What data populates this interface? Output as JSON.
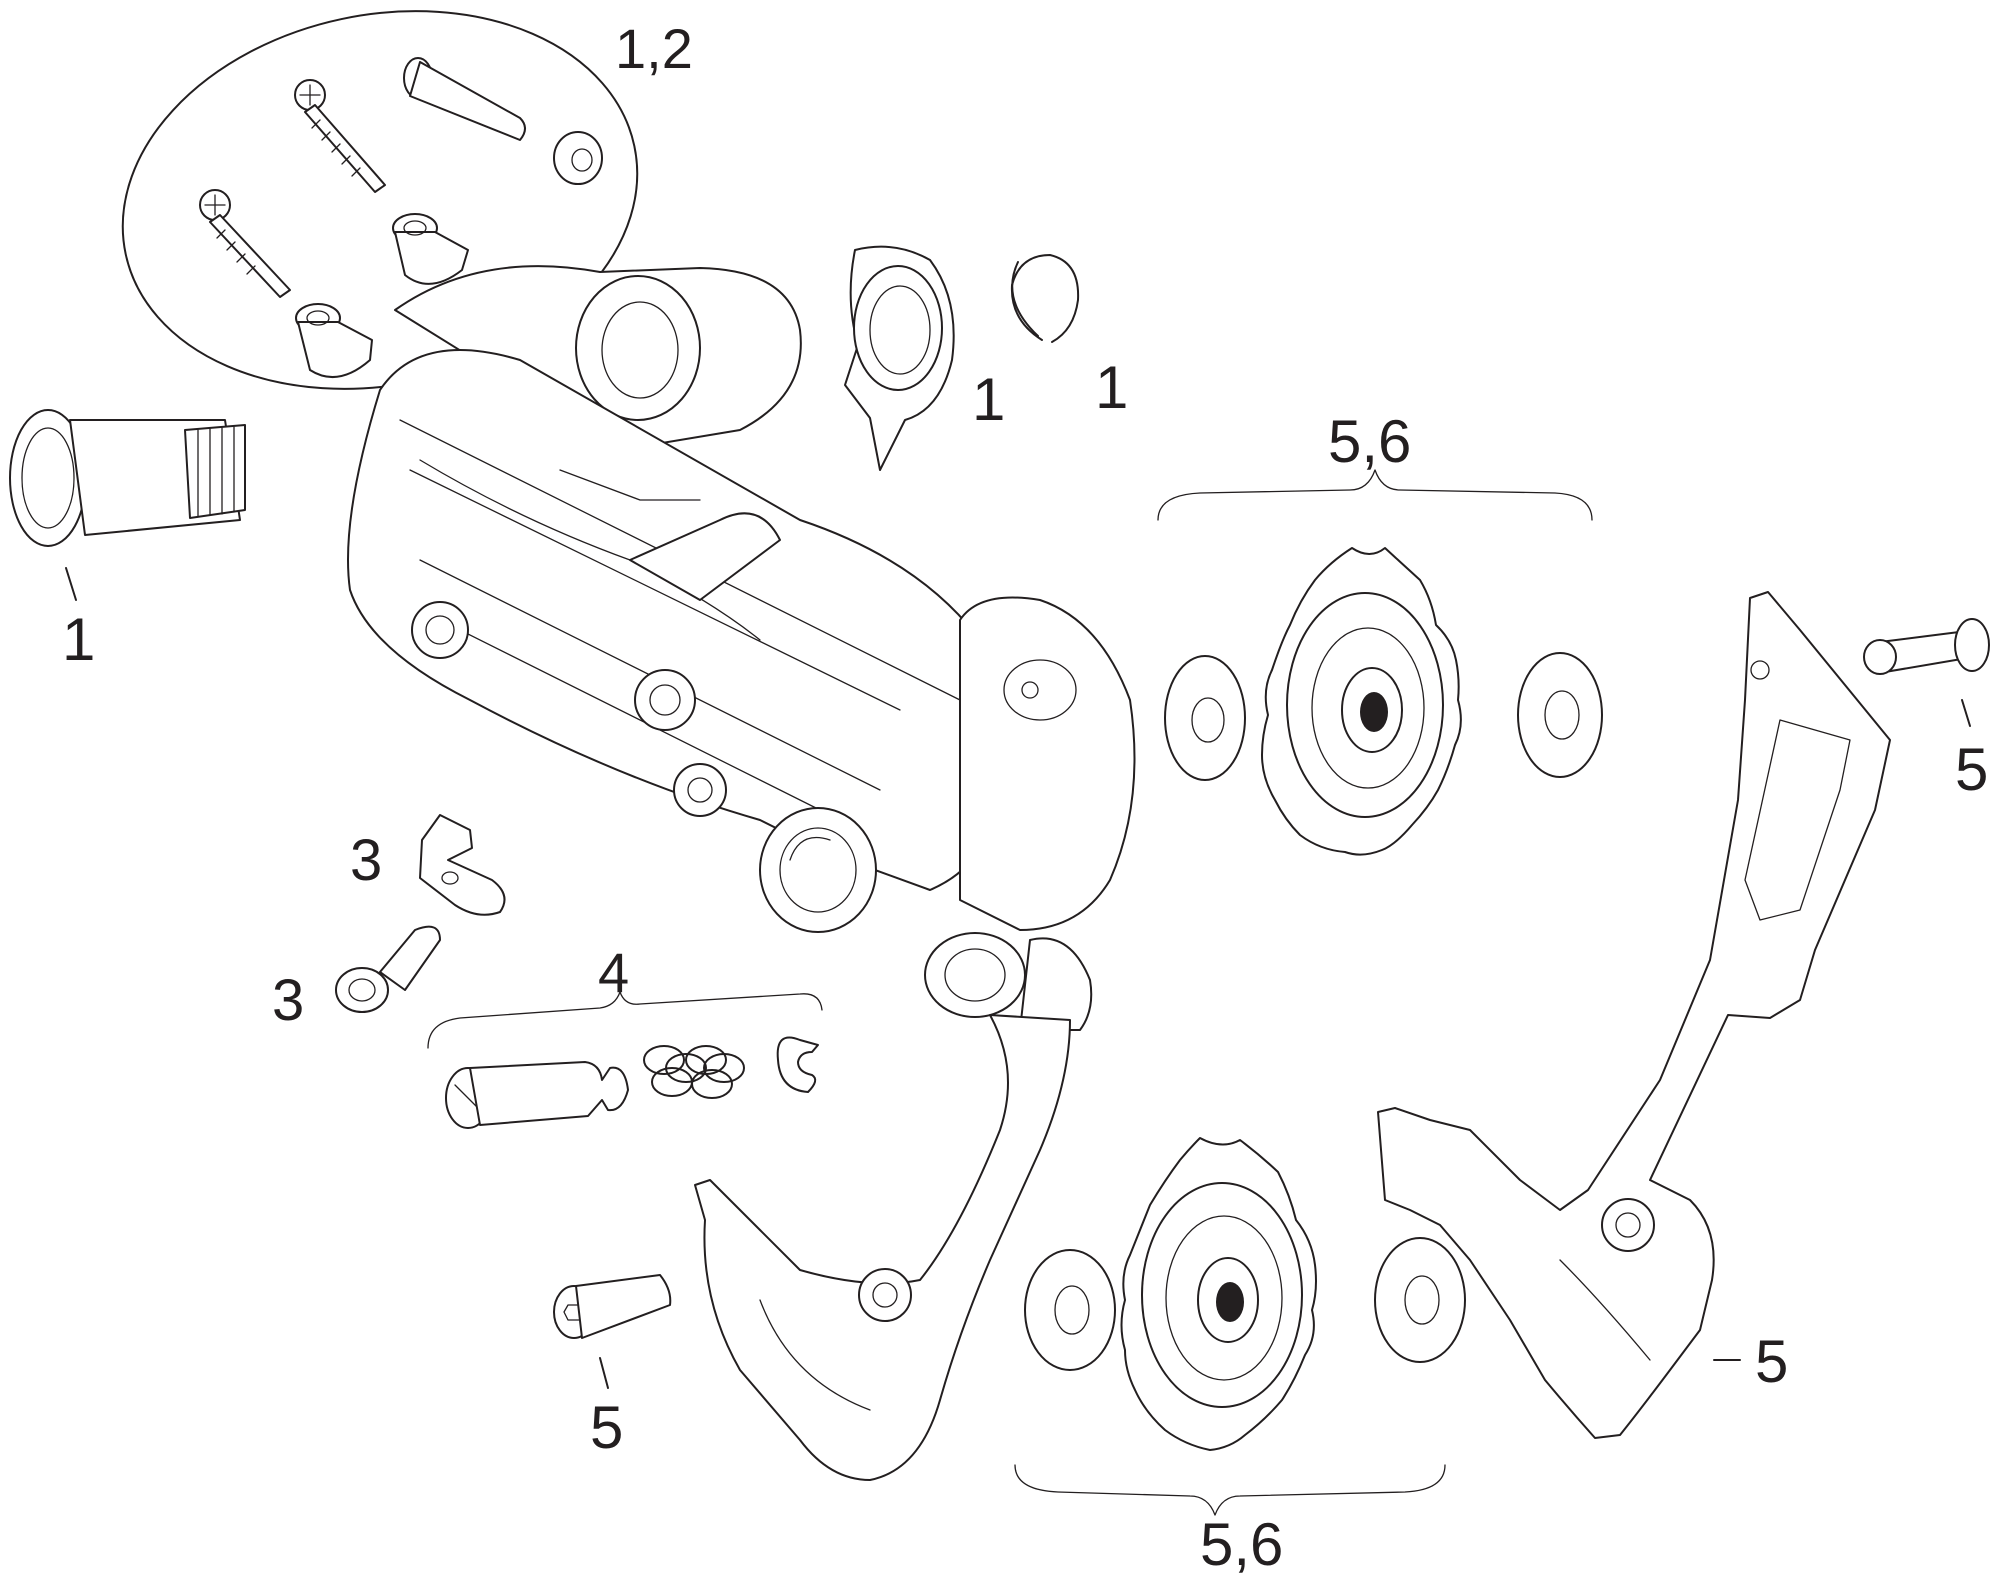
{
  "labels": {
    "hardware_kit": "1,2",
    "cable_stop_a": "1",
    "cable_stop_b": "1",
    "mount_bolt": "1",
    "upper_pulley": "5,6",
    "lower_pulley": "5,6",
    "pulley_bolt_right": "5",
    "cage_bolt_left": "5",
    "cage_right": "5",
    "limit_a": "3",
    "limit_b": "3",
    "pivot_kit": "4"
  },
  "colors": {
    "line": "#231f20",
    "background": "#ffffff"
  }
}
